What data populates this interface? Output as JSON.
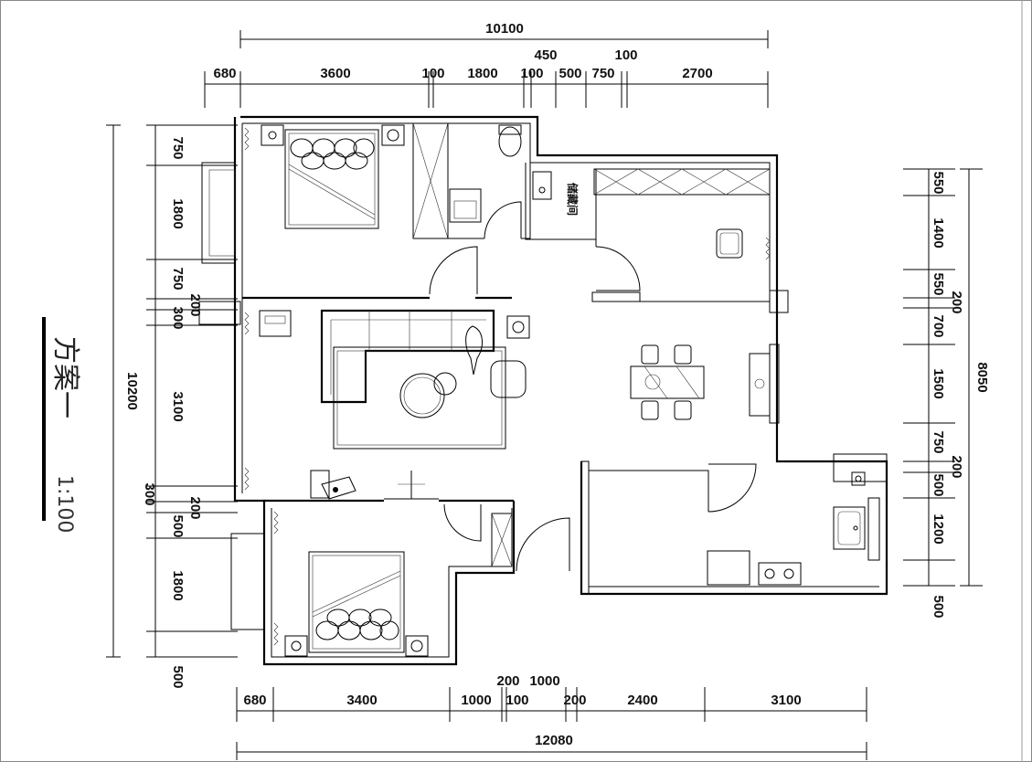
{
  "title": "方案一",
  "scale": "1:100",
  "storage_room_label": "储藏间",
  "top_dims": {
    "total": "10100",
    "segments": [
      "680",
      "3600",
      "100",
      "1800",
      "100",
      "500",
      "750",
      "2700"
    ],
    "upper": [
      "450",
      "100"
    ]
  },
  "bottom_dims": {
    "total": "12080",
    "segments": [
      "680",
      "3400",
      "1000",
      "100",
      "200",
      "2400",
      "3100"
    ],
    "upper": [
      "200",
      "1000"
    ]
  },
  "left_dims": {
    "total": "10200",
    "segments": [
      "750",
      "1800",
      "750",
      "200",
      "300",
      "3100",
      "300",
      "200",
      "500",
      "1800",
      "500"
    ]
  },
  "right_dims": {
    "total": "8050",
    "segments": [
      "550",
      "1400",
      "550",
      "200",
      "700",
      "1500",
      "750",
      "200",
      "500",
      "1200",
      "500"
    ]
  }
}
